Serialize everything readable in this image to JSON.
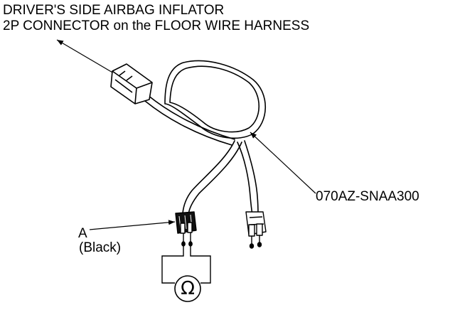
{
  "title": {
    "line1": "DRIVER'S SIDE AIRBAG INFLATOR",
    "line2": "2P CONNECTOR on the FLOOR WIRE HARNESS"
  },
  "callouts": {
    "part_number": "070AZ-SNAA300",
    "a_letter": "A",
    "a_color": "(Black)"
  },
  "meter": {
    "symbol": "Ω",
    "icon": "ohmmeter-icon"
  },
  "colors": {
    "line": "#000000",
    "background": "#ffffff"
  }
}
